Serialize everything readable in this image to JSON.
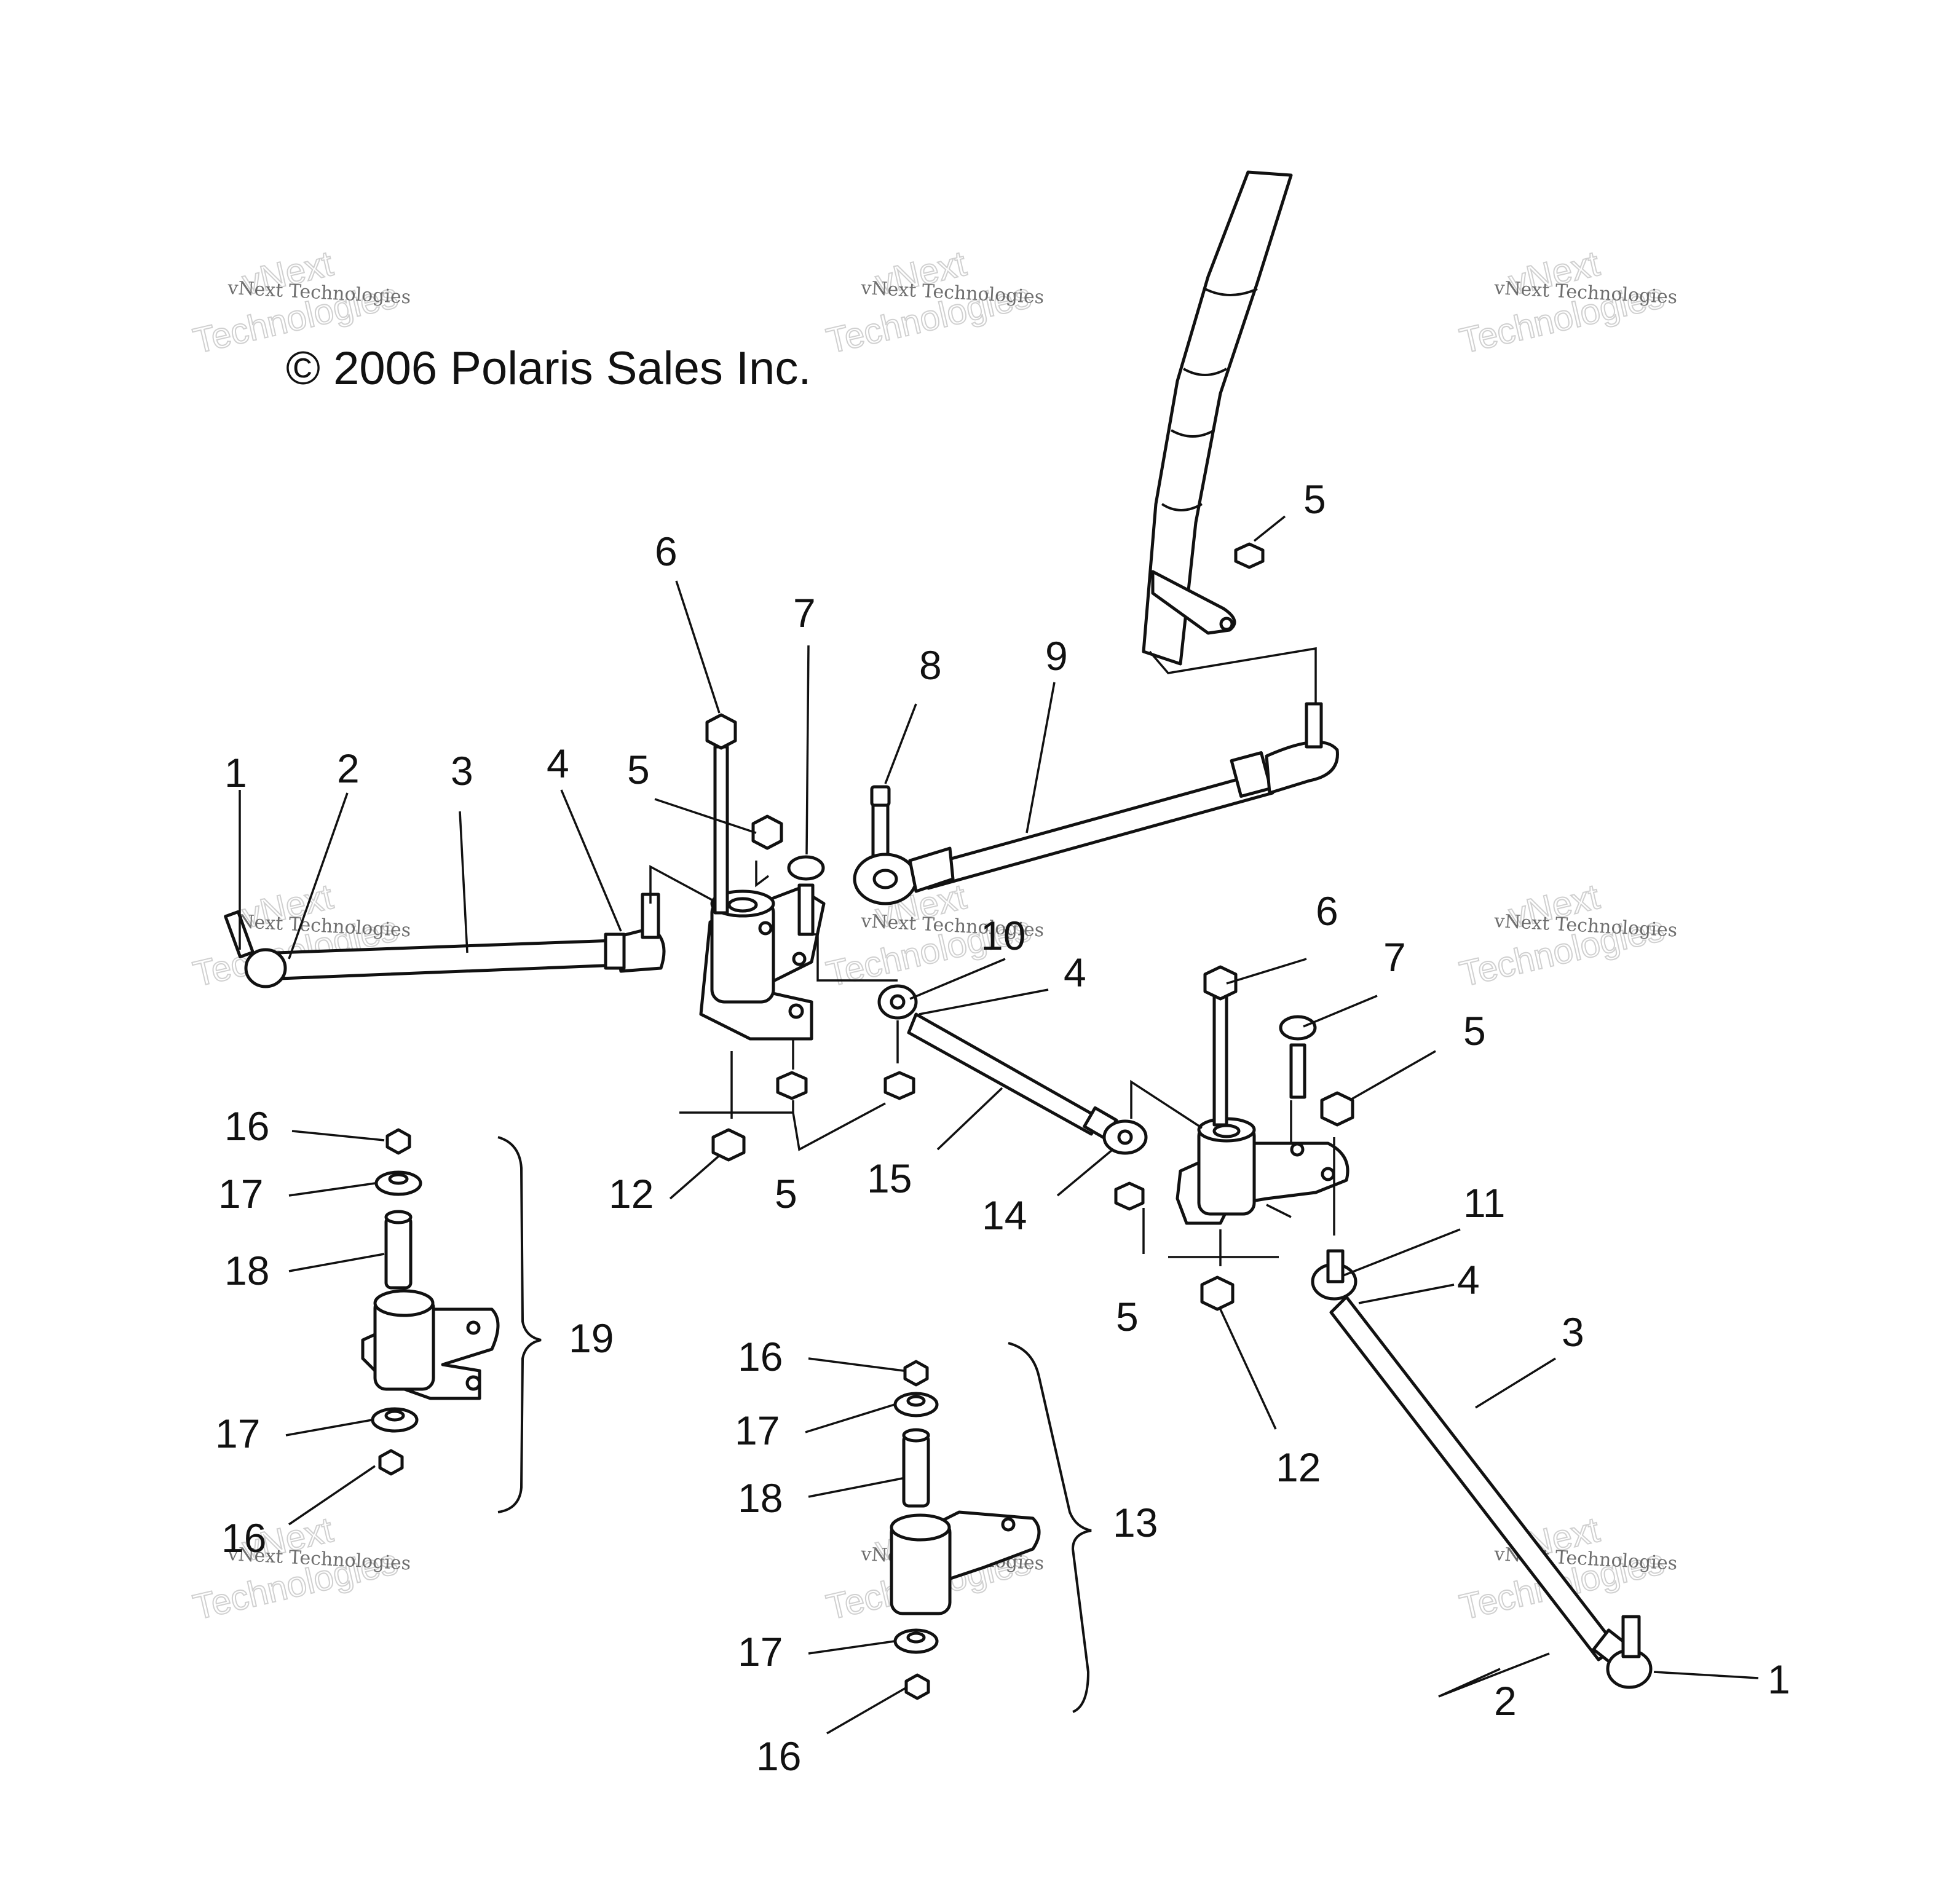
{
  "copyright": "© 2006 Polaris Sales Inc.",
  "watermark": {
    "line1": "vNext Technologies",
    "line2": "vNext",
    "line3": "Technologies"
  },
  "callouts": [
    "1",
    "2",
    "3",
    "4",
    "5",
    "6",
    "7",
    "8",
    "9",
    "10",
    "11",
    "12",
    "13",
    "14",
    "15",
    "16",
    "17",
    "18",
    "19"
  ]
}
